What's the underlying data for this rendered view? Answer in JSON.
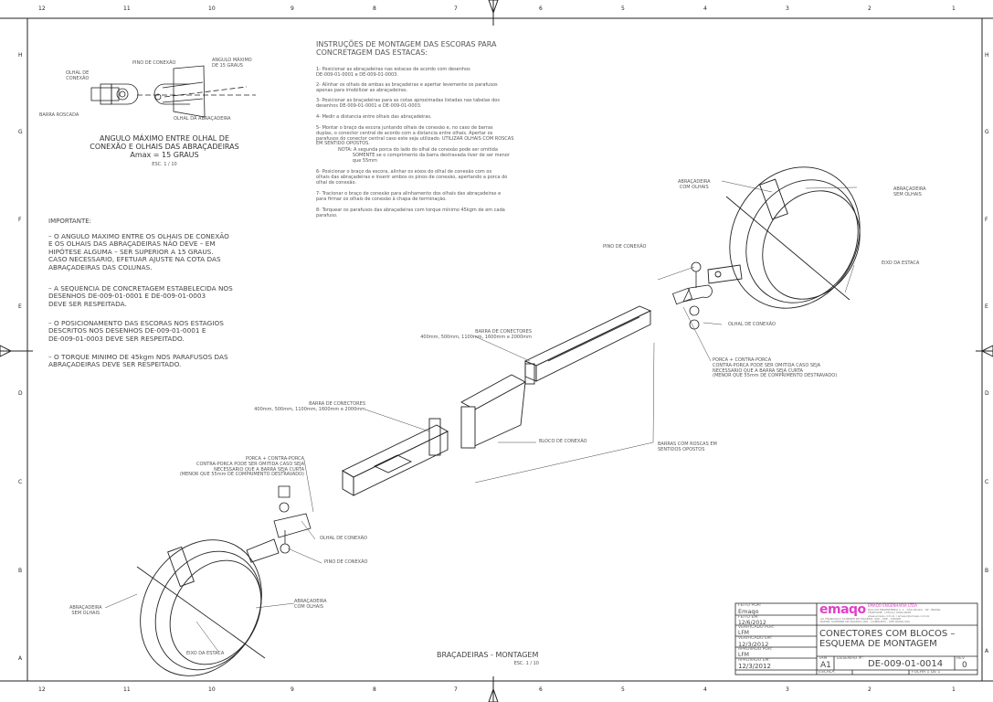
{
  "grid": {
    "columns": [
      "12",
      "11",
      "10",
      "9",
      "8",
      "7",
      "6",
      "5",
      "4",
      "3",
      "2",
      "1"
    ],
    "rows": [
      "H",
      "G",
      "F",
      "E",
      "D",
      "C",
      "B",
      "A"
    ]
  },
  "detail": {
    "labels": {
      "pino": "PINO DE CONEXÃO",
      "olhal_conexao": "OLHAL DE\nCONEXÃO",
      "angulo": "ANGULO MÁXIMO\nDE 15 GRAUS",
      "barra": "BARRA ROSCADA",
      "olhal_abracadeira": "OLHAL DA ABRAÇADEIRA"
    },
    "title": "ANGULO MÁXIMO ENTRE OLHAL DE\nCONEXÃO E OLHAIS DAS ABRAÇADEIRAS\nAmax = 15 GRAUS",
    "scale": "ESC. 1 / 10"
  },
  "instructions": {
    "title": "INSTRUÇÕES DE MONTAGEM DAS ESCORAS PARA\nCONCRETAGEM DAS ESTACAS:",
    "steps": [
      "1- Posicionar as abraçadeiras nas estacas de acordo com desenhos\nDE-009-01-0001 e DE-009-01-0003.",
      "2- Alinhar os olhais de ambas as braçadeiras e apertar levemente os parafusos\napenas para imobilizar as abraçadeiras.",
      "3- Posicionar as braçadeiras para as cotas aproximadas listadas nas tabelas dos\ndesenhos DE-009-01-0001 e DE-009-01-0003.",
      "4- Medir a distancia entre olhais das abraçadeiras.",
      "5- Montar o braço da escora juntando olhais de conexão e, no caso de barras\nduplas, o conector central de acordo com a distancia entre olhais. Apertar os\nparafusos do conector central caso este seja utilizado. UTILIZAR OLHAIS COM ROSCAS\nEM SENTIDO OPOSTOS.",
      "NOTA: A segunda porca do lado do olhal de conexão pode ser omitida\n          SOMENTE se o comprimento da barra destravada tiver de ser menor\n          que 55mm",
      "6- Posicionar o braço da escora, alinhar os eixos do olhal de conexão com os\nolhais das abraçadeiras e inserir ambos os pinos de conexão, apertando a porca do\nolhal de conexão.",
      "7- Tracionar o braço de conexão para alinhamento dos olhais das abraçadeiras e\npara firmar os olhais de conexão à chapa de terminação.",
      "8- Torquear os parafusos das abraçadeiras com torque mínimo 45kgm de em cada\nparafuso."
    ]
  },
  "important": {
    "title": "IMPORTANTE:",
    "items": [
      "– O ANGULO MAXIMO ENTRE OS OLHAIS DE CONEXÃO\nE OS OLHAIS DAS ABRAÇADEIRAS NÃO DEVE – EM\nHIPÓTESE ALGUMA – SER SUPERIOR A 15 GRAUS.\nCASO NECESSARIO, EFETUAR AJUSTE NA COTA DAS\nABRAÇADEIRAS DAS COLUNAS.",
      "– A SEQUENCIA DE CONCRETAGEM ESTABELECIDA NOS\nDESENHOS DE-009-01-0001 E DE-009-01-0003\nDEVE SER RESPEITADA.",
      "– O POSICIONAMENTO DAS ESCORAS NOS ESTAGIOS\nDESCRITOS NOS DESENHOS DE-009-01-0001 E\nDE-009-01-0003 DEVE SER RESPEITADO.",
      "– O TORQUE MINIMO DE 45kgm NOS PARAFUSOS DAS\nABRAÇADEIRAS DEVE SER RESPEITADO."
    ]
  },
  "assembly": {
    "abracadeira_com_olhais": "ABRAÇADEIRA\nCOM OLHAIS",
    "abracadeira_sem_olhais": "ABRAÇADEIRA\nSEM OLHAIS",
    "pino_de_conexao": "PINO DE CONEXÃO",
    "eixo_da_estaca": "EIXO DA ESTACA",
    "olhal_de_conexao": "OLHAL DE CONEXÃO",
    "barra_de_conectores": "BARRA DE CONECTORES\n400mm, 500mm, 1100mm, 1600mm e 2000mm",
    "porca_right": "PORCA + CONTRA-PORCA\nCONTRA-PORCA PODE SER OMITIDA CASO SEJA\nNECESSARIO QUE A BARRA SEJA CURTA\n(MENOR QUE 55mm DE COMPRIMENTO DESTRAVADO)",
    "porca_left": "PORCA + CONTRA-PORCA\nCONTRA-PORCA PODE SER OMITIDA CASO SEJA\nNECESSARIO QUE A BARRA SEJA CURTA\n(MENOR QUE 55mm DE COMPRIMENTO DESTRAVADO)",
    "bloco_de_conexao": "BLOCO DE CONEXÃO",
    "barras_com_roscas": "BARRAS COM ROSCAS EM\nSENTIDOS OPOSTOS",
    "title": "BRAÇADEIRAS - MONTAGEM",
    "scale": "ESC. 1 / 10"
  },
  "title_block": {
    "feito_por_label": "FEITO POR:",
    "feito_por": "Emaqo",
    "feito_em_label": "FEITO EM:",
    "feito_em": "12/6/2012",
    "verificado_por_label": "VERIFICADO POR:",
    "verificado_por": "LFM",
    "verificado_em_label": "VERIFICADO EM:",
    "verificado_em": "12/3/2012",
    "aprovado_por_label": "APROVADO POR:",
    "aprovado_por": "LFM",
    "aprovado_em_label": "APROVADO EM:",
    "aprovado_em": "12/3/2012",
    "company_logo": "emaqo",
    "company_name": "EMAQO ENGENHARIA LTDA",
    "company_lines": "RUA DO ENGENHEIRO 1, 1 - SÃO PAULO - SP - BRASIL\nTELEFONE: +55(11) 0000-0000\nwww.emaqo.com.br / emaqo@emaqo.com.br",
    "company_addr": "AV. FRANCISCO SCHERER DE MACEDO, 000 - CEP - CIDADE\nRAFAEL SCHERER DE MACEDO 000 - COMPLETO - CEP 00000-000",
    "drawing_title": "CONECTORES COM BLOCOS –\nESQUEMA DE MONTAGEM",
    "tam_label": "TAM",
    "tam": "A1",
    "desenho_label": "DESENHO #:",
    "desenho": "DE-009-01-0014",
    "rev_label": "REV",
    "rev": "0",
    "escala_label": "ESCALA",
    "folha": "FOLHA 1 DE 1"
  },
  "colors": {
    "line": "#222222",
    "text": "#555555",
    "logo": "#e040c8"
  }
}
